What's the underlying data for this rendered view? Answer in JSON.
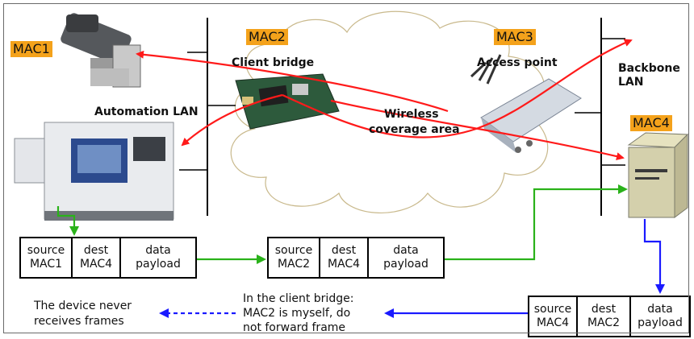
{
  "labels": {
    "mac1": "MAC1",
    "mac2": "MAC2",
    "mac3": "MAC3",
    "mac4": "MAC4",
    "client_bridge": "Client bridge",
    "access_point": "Access point",
    "automation_lan": "Automation LAN",
    "backbone_lan_1": "Backbone",
    "backbone_lan_2": "LAN",
    "wireless_1": "Wireless",
    "wireless_2": "coverage area"
  },
  "frames": [
    {
      "cells": [
        [
          "source",
          "MAC1"
        ],
        [
          "dest",
          "MAC4"
        ],
        [
          "data",
          "payload"
        ]
      ]
    },
    {
      "cells": [
        [
          "source",
          "MAC2"
        ],
        [
          "dest",
          "MAC4"
        ],
        [
          "data",
          "payload"
        ]
      ]
    },
    {
      "cells": [
        [
          "source",
          "MAC4"
        ],
        [
          "dest",
          "MAC2"
        ],
        [
          "data",
          "payload"
        ]
      ]
    }
  ],
  "notes": {
    "bridge_1": "In the client bridge:",
    "bridge_2": "MAC2 is myself, do",
    "bridge_3": "not forward frame",
    "device_1": "The device never",
    "device_2": "receives frames"
  },
  "colors": {
    "mac_badge": "#f4a21b",
    "wireless_arrow": "#ff1a1a",
    "wired_arrow": "#2ab21a",
    "return_arrow": "#1a1aff"
  }
}
